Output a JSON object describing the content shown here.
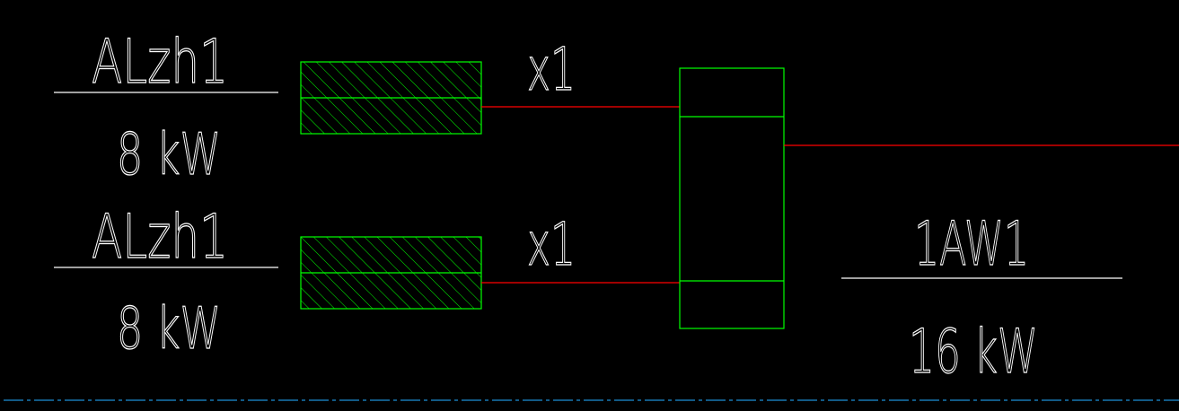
{
  "colors": {
    "background": "#000000",
    "text": "#ffffff",
    "box": "#00ff00",
    "wire": "#ff0000",
    "centerline": "#1e8fd6"
  },
  "sources": [
    {
      "name": "ALzh1",
      "power": "8 kW",
      "multiplier": "x1"
    },
    {
      "name": "ALzh1",
      "power": "8 kW",
      "multiplier": "x1"
    }
  ],
  "output": {
    "name": "1AW1",
    "power": "16 kW"
  }
}
